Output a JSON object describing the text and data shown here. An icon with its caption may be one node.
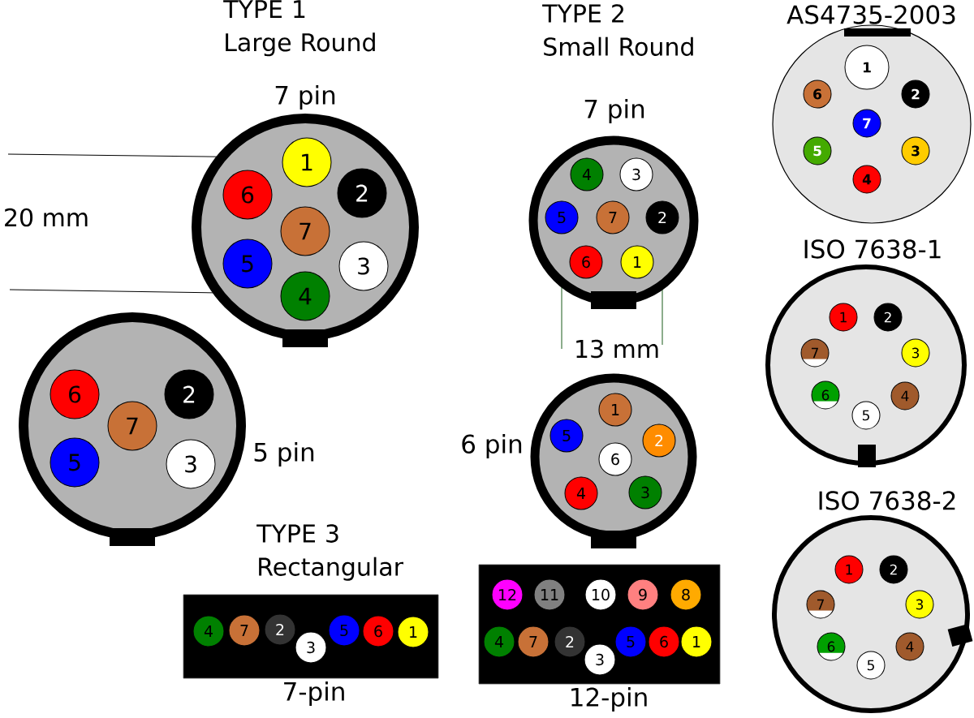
{
  "diagram": {
    "nodes": [
      {
        "text": [
          "7 pin"
        ]
      },
      {
        "text": [
          "1"
        ],
        "in": 0
      },
      {
        "text": [
          "6"
        ],
        "in": 0
      },
      {
        "text": [
          "2"
        ],
        "in": 0
      },
      {
        "text": [
          "7"
        ],
        "in": 0
      },
      {
        "text": [
          "5"
        ],
        "in": 0
      },
      {
        "text": [
          "3"
        ],
        "in": 0
      },
      {
        "text": [
          "4"
        ],
        "in": 0
      },
      {
        "text": [
          "5 pin"
        ]
      },
      {
        "text": [
          "6"
        ],
        "in": 8
      },
      {
        "text": [
          "2"
        ],
        "in": 8
      },
      {
        "text": [
          "7"
        ],
        "in": 8
      },
      {
        "text": [
          "5"
        ],
        "in": 8
      },
      {
        "text": [
          "3"
        ],
        "in": 8
      },
      {
        "text": [
          "7 pin"
        ]
      },
      {
        "text": [
          "4"
        ],
        "in": 14
      },
      {
        "text": [
          "3"
        ],
        "in": 14
      },
      {
        "text": [
          "5"
        ],
        "in": 14
      },
      {
        "text": [
          "7"
        ],
        "in": 14
      },
      {
        "text": [
          "2"
        ],
        "in": 14
      },
      {
        "text": [
          "6"
        ],
        "in": 14
      },
      {
        "text": [
          "1"
        ],
        "in": 14
      },
      {
        "text": [
          "6 pin"
        ]
      },
      {
        "text": [
          "1"
        ],
        "in": 22
      },
      {
        "text": [
          "5"
        ],
        "in": 22
      },
      {
        "text": [
          "2"
        ],
        "in": 22
      },
      {
        "text": [
          "6"
        ],
        "in": 22
      },
      {
        "text": [
          "4"
        ],
        "in": 22
      },
      {
        "text": [
          "3"
        ],
        "in": 22
      },
      {
        "text": [
          "7-pin"
        ]
      },
      {
        "text": [
          "4"
        ],
        "in": 29
      },
      {
        "text": [
          "7"
        ],
        "in": 29
      },
      {
        "text": [
          "2"
        ],
        "in": 29
      },
      {
        "text": [
          "3"
        ],
        "in": 29
      },
      {
        "text": [
          "5"
        ],
        "in": 29
      },
      {
        "text": [
          "6"
        ],
        "in": 29
      },
      {
        "text": [
          "1"
        ],
        "in": 29
      },
      {
        "text": [
          "12-pin"
        ]
      },
      {
        "text": [
          "12"
        ],
        "in": 37
      },
      {
        "text": [
          "11"
        ],
        "in": 37
      },
      {
        "text": [
          "10"
        ],
        "in": 37
      },
      {
        "text": [
          "9"
        ],
        "in": 37
      },
      {
        "text": [
          "8"
        ],
        "in": 37
      },
      {
        "text": [
          "4"
        ],
        "in": 37
      },
      {
        "text": [
          "7"
        ],
        "in": 37
      },
      {
        "text": [
          "2"
        ],
        "in": 37
      },
      {
        "text": [
          "3"
        ],
        "in": 37
      },
      {
        "text": [
          "5"
        ],
        "in": 37
      },
      {
        "text": [
          "6"
        ],
        "in": 37
      },
      {
        "text": [
          "1"
        ],
        "in": 37
      },
      {
        "text": [
          "AS4735-2003"
        ]
      },
      {
        "text": [
          "1"
        ],
        "in": 50
      },
      {
        "text": [
          "6"
        ],
        "in": 50
      },
      {
        "text": [
          "2"
        ],
        "in": 50
      },
      {
        "text": [
          "7"
        ],
        "in": 50
      },
      {
        "text": [
          "5"
        ],
        "in": 50
      },
      {
        "text": [
          "3"
        ],
        "in": 50
      },
      {
        "text": [
          "4"
        ],
        "in": 50
      },
      {
        "text": [
          "ISO 7638-1"
        ]
      },
      {
        "text": [
          "1"
        ],
        "in": 58
      },
      {
        "text": [
          "2"
        ],
        "in": 58
      },
      {
        "text": [
          "7"
        ],
        "in": 58
      },
      {
        "text": [
          "3"
        ],
        "in": 58
      },
      {
        "text": [
          "6"
        ],
        "in": 58
      },
      {
        "text": [
          "4"
        ],
        "in": 58
      },
      {
        "text": [
          "5"
        ],
        "in": 58
      },
      {
        "text": [
          "ISO 7638-2"
        ]
      },
      {
        "text": [
          "1"
        ],
        "in": 66
      },
      {
        "text": [
          "2"
        ],
        "in": 66
      },
      {
        "text": [
          "7"
        ],
        "in": 66
      },
      {
        "text": [
          "3"
        ],
        "in": 66
      },
      {
        "text": [
          "6"
        ],
        "in": 66
      },
      {
        "text": [
          "4"
        ],
        "in": 66
      },
      {
        "text": [
          "5"
        ],
        "in": 66
      }
    ],
    "labels": [
      "TYPE 1 Large Round",
      "TYPE 2 Small Round",
      "20 mm",
      "13 mm",
      "TYPE 3 Rectangular"
    ]
  }
}
